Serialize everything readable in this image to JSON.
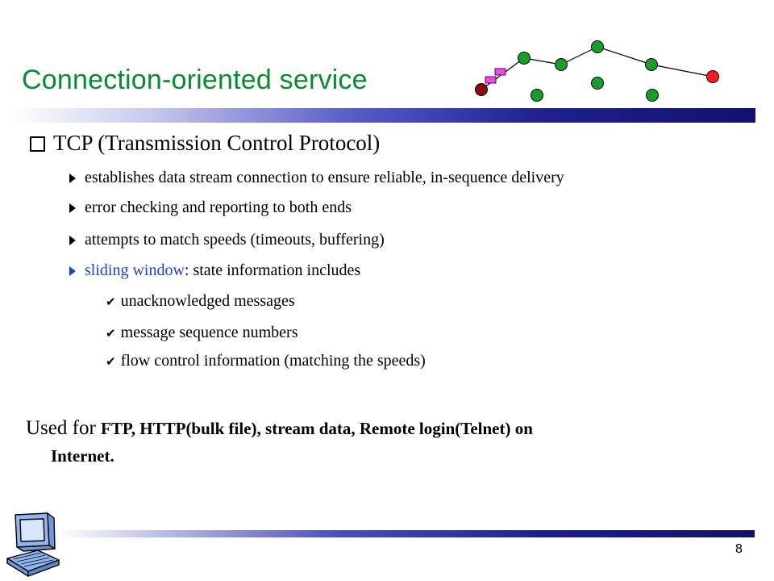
{
  "slide": {
    "title": "Connection-oriented service",
    "page_number": "8"
  },
  "bullets": {
    "main": "TCP (Transmission Control Protocol)",
    "sub": [
      "establishes data stream connection to ensure reliable, in-sequence delivery",
      "error checking and reporting to both ends",
      "attempts to match speeds (timeouts, buffering)"
    ],
    "sliding": {
      "highlight": "sliding window",
      "rest": ": state information includes"
    },
    "subsub": [
      "unacknowledged messages",
      "message sequence numbers",
      "flow control information (matching the speeds)"
    ]
  },
  "used_for": {
    "prefix": "Used for ",
    "bold_line1": "FTP, HTTP(bulk file), stream data, Remote login(Telnet) on",
    "bold_line2": "Internet."
  },
  "colors": {
    "title": "#078c2e",
    "highlight": "#1f3fcf",
    "rule_dark": "#121070",
    "node_green": "#14a028",
    "node_red": "#ff1a1a",
    "node_source": "#8b0a0a",
    "packet": "#ff40ff"
  },
  "icons": {
    "bullet_main": "checkbox-square-icon",
    "bullet_sub": "triangle-bullet-icon",
    "bullet_subsub": "checkmark-icon",
    "decoration": "computer-icon"
  }
}
